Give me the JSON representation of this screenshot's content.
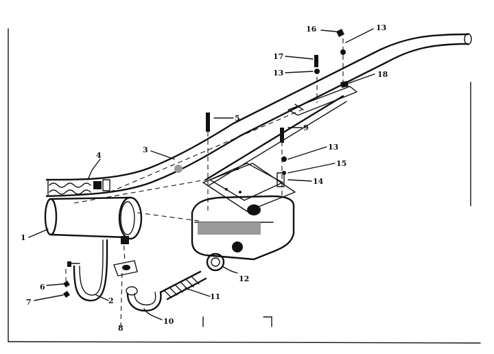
{
  "labels": {
    "l1": "1",
    "l2": "2",
    "l3": "3",
    "l4": "4",
    "l5": "5",
    "l6": "6",
    "l7": "7",
    "l8": "8",
    "l9": "9",
    "l10": "10",
    "l11": "11",
    "l12": "12",
    "l13a": "13",
    "l13b": "13",
    "l13c": "13",
    "l14": "14",
    "l15": "15",
    "l16": "16",
    "l17": "17",
    "l18": "18"
  }
}
